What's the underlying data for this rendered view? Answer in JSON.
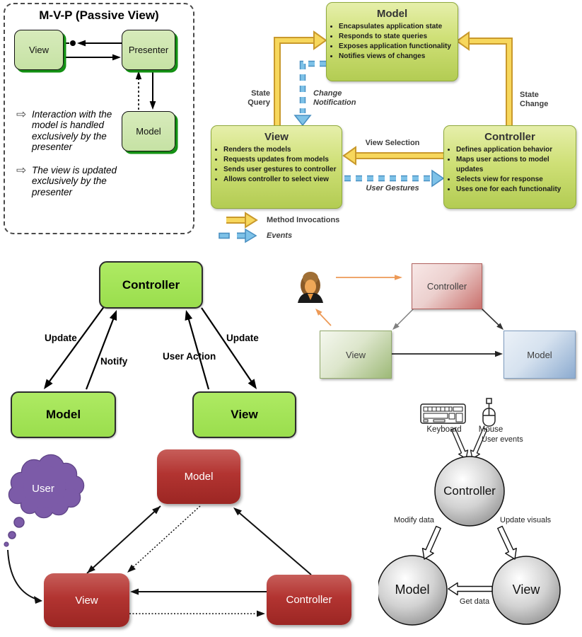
{
  "mvp": {
    "title": "M-V-P (Passive View)",
    "boxes": {
      "view": "View",
      "presenter": "Presenter",
      "model": "Model"
    },
    "notes": [
      "Interaction with the model is handled exclusively by the presenter",
      "The view is updated exclusively by the presenter"
    ]
  },
  "mvc_detail": {
    "model": {
      "title": "Model",
      "bullets": [
        "Encapsulates application state",
        "Responds to state queries",
        "Exposes application functionality",
        "Notifies views of changes"
      ]
    },
    "view": {
      "title": "View",
      "bullets": [
        "Renders the models",
        "Requests updates from models",
        "Sends user gestures to controller",
        "Allows controller to select view"
      ]
    },
    "controller": {
      "title": "Controller",
      "bullets": [
        "Defines application behavior",
        "Maps user actions to model updates",
        "Selects view for response",
        "Uses one for each functionality"
      ]
    },
    "labels": {
      "state_query": "State Query",
      "change_notification": "Change Notification",
      "state_change": "State Change",
      "view_selection": "View Selection",
      "user_gestures": "User Gestures"
    },
    "legend": {
      "method": "Method Invocations",
      "events": "Events"
    }
  },
  "mvc_green": {
    "boxes": {
      "controller": "Controller",
      "model": "Model",
      "view": "View"
    },
    "labels": {
      "update_left": "Update",
      "notify": "Notify",
      "user_action": "User Action",
      "update_right": "Update"
    }
  },
  "mvc_gradient": {
    "boxes": {
      "controller": "Controller",
      "view": "View",
      "model": "Model"
    }
  },
  "mvc_red": {
    "cloud": "User",
    "boxes": {
      "model": "Model",
      "view": "View",
      "controller": "Controller"
    }
  },
  "mvc_circles": {
    "devices": {
      "keyboard": "Keyboard",
      "mouse": "Mouse"
    },
    "user_events": "User events",
    "circles": {
      "controller": "Controller",
      "model": "Model",
      "view": "View"
    },
    "labels": {
      "modify_data": "Modify data",
      "update_visuals": "Update visuals",
      "get_data": "Get data"
    }
  },
  "icons": {
    "note_arrow": "⇨"
  },
  "colors": {
    "mvp_box_green": "#cde6b0",
    "mvp_shadow_green": "#149114",
    "olive_box_top": "#e6efab",
    "olive_box_bottom": "#b3cc53",
    "olive_border": "#8fa93d",
    "yellow_arrow": "#f7d75c",
    "yellow_arrow_border": "#c9992c",
    "blue_arrow": "#7ec2e8",
    "blue_arrow_border": "#4a90c2",
    "bright_green_box": "#a2e455",
    "gradient_controller_red": "#c9706c",
    "gradient_view_green": "#9db977",
    "gradient_model_blue": "#8cabd0",
    "orange_arrow": "#ed9a57",
    "red_box": "#b23431",
    "purple_cloud": "#7c5ba8",
    "sphere_gray": "#969696"
  }
}
